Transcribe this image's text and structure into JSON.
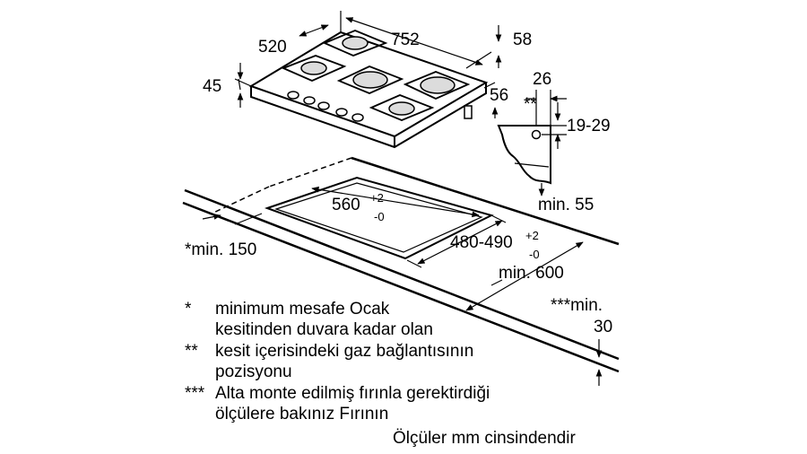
{
  "dimensions": {
    "width_752": "752",
    "depth_520": "520",
    "height_45": "45",
    "edge_58": "58",
    "edge_56": "56",
    "gas_26": "26",
    "gas_19_29": "19-29",
    "gas_marker": "**",
    "min_55": "min. 55",
    "cutout_width": "560",
    "cutout_width_tol_plus": "+2",
    "cutout_width_tol_minus": "-0",
    "cutout_depth": "480-490",
    "cutout_depth_tol_plus": "+2",
    "cutout_depth_tol_minus": "-0",
    "min_150": "*min. 150",
    "min_600": "min. 600",
    "min_30_line1": "***min.",
    "min_30_line2": "30"
  },
  "notes": [
    {
      "mark": "*",
      "lines": [
        "minimum mesafe Ocak",
        "kesitinden duvara kadar olan"
      ]
    },
    {
      "mark": "**",
      "lines": [
        "kesit içerisindeki gaz bağlantısının",
        "pozisyonu"
      ]
    },
    {
      "mark": "***",
      "lines": [
        "Alta monte edilmiş fırınla gerektirdiği",
        "ölçülere bakınız Fırının"
      ]
    }
  ],
  "footer": "Ölçüler mm cinsindendir"
}
